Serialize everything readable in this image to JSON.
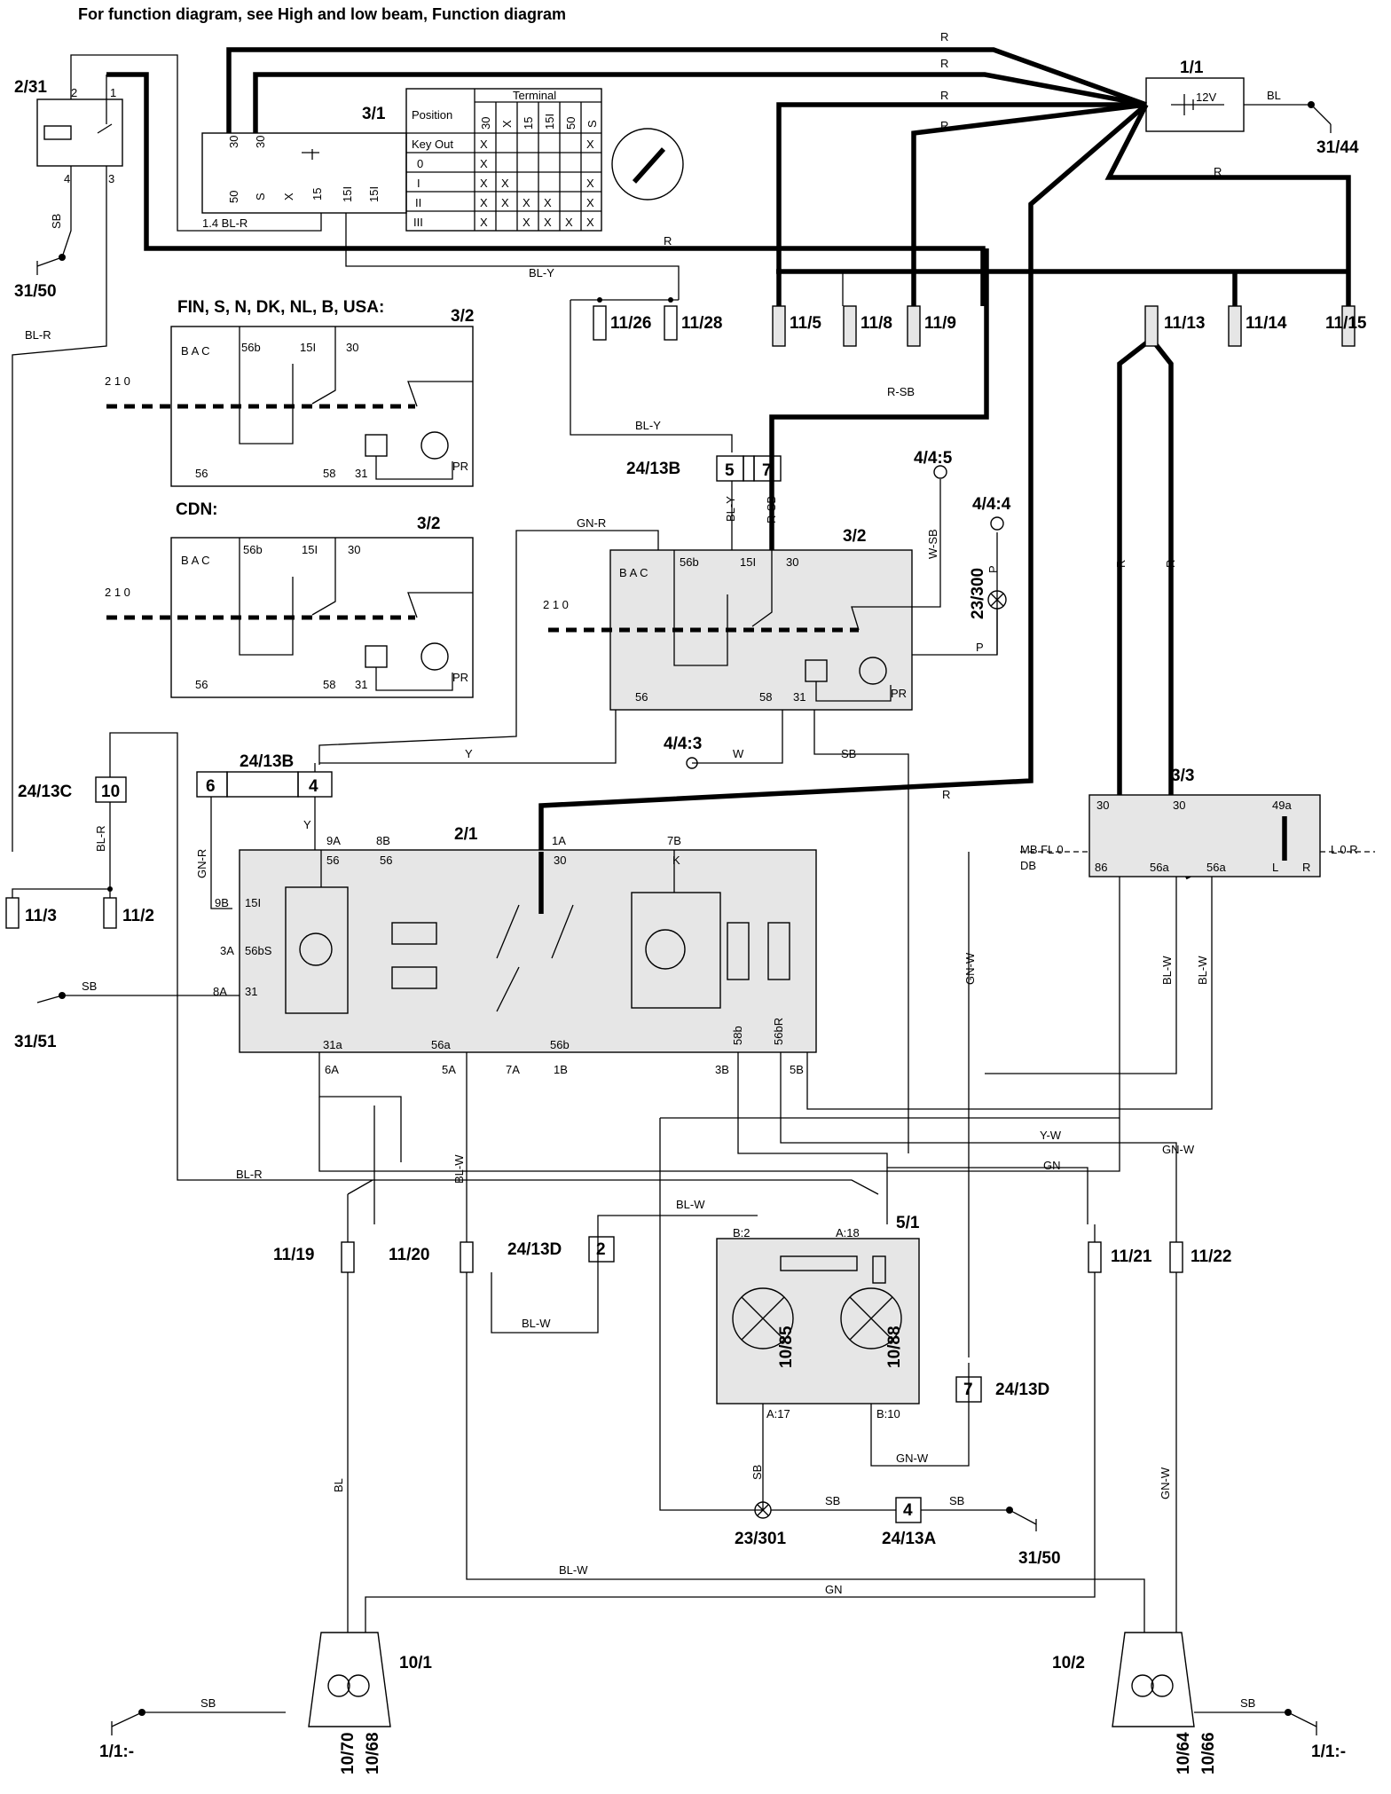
{
  "header": "For function diagram, see High and low beam, Function diagram",
  "components": {
    "c2_31": "2/31",
    "c3_1": "3/1",
    "c1_1": "1/1",
    "c31_44": "31/44",
    "c31_50a": "31/50",
    "c3_2a": "3/2",
    "c3_2b": "3/2",
    "c3_2c": "3/2",
    "c3_3": "3/3",
    "c2_1": "2/1",
    "c5_1": "5/1",
    "c24_13B_top": "24/13B",
    "c24_13B_mid": "24/13B",
    "c24_13C": "24/13C",
    "c24_13D_a": "24/13D",
    "c24_13D_b": "24/13D",
    "c24_13A": "24/13A",
    "c23_300": "23/300",
    "c23_301": "23/301",
    "c4_4_5": "4/4:5",
    "c4_4_4": "4/4:4",
    "c4_4_3": "4/4:3",
    "c31_51": "31/51",
    "c31_50b": "31/50",
    "c10_1": "10/1",
    "c10_2": "10/2",
    "c1_1a": "1/1:-",
    "c1_1b": "1/1:-",
    "c10_70": "10/70",
    "c10_68": "10/68",
    "c10_64": "10/64",
    "c10_66": "10/66",
    "c10_85": "10/85",
    "c10_88": "10/88"
  },
  "fuses": {
    "f11_26": "11/26",
    "f11_28": "11/28",
    "f11_5": "11/5",
    "f11_8": "11/8",
    "f11_9": "11/9",
    "f11_13": "11/13",
    "f11_14": "11/14",
    "f11_15": "11/15",
    "f11_3": "11/3",
    "f11_2": "11/2",
    "f11_19": "11/19",
    "f11_20": "11/20",
    "f11_21": "11/21",
    "f11_22": "11/22"
  },
  "notes": {
    "variant_a": "FIN, S, N, DK, NL, B, USA:",
    "variant_b": "CDN:"
  },
  "battery": "12V",
  "ignition_table": {
    "title": "Terminal",
    "position_header": "Position",
    "columns": [
      "30",
      "X",
      "15",
      "15I",
      "50",
      "S"
    ],
    "rows": [
      {
        "label": "Key Out",
        "marks": [
          "X",
          "",
          "",
          "",
          "",
          "X"
        ]
      },
      {
        "label": "0",
        "marks": [
          "X",
          "",
          "",
          "",
          "",
          ""
        ]
      },
      {
        "label": "I",
        "marks": [
          "X",
          "X",
          "",
          "",
          "",
          "X"
        ]
      },
      {
        "label": "II",
        "marks": [
          "X",
          "X",
          "X",
          "X",
          "",
          "X"
        ]
      },
      {
        "label": "III",
        "marks": [
          "X",
          "",
          "X",
          "X",
          "X",
          "X"
        ]
      }
    ]
  },
  "connectors": {
    "b5": "5",
    "b7": "7",
    "c10": "10",
    "b6": "6",
    "b4": "4",
    "d2": "2",
    "d7": "7",
    "a4": "4"
  },
  "wires": {
    "R": "R",
    "BL": "BL",
    "BL_R": "BL-R",
    "BL_Y": "BL-Y",
    "SB": "SB",
    "R_SB": "R-SB",
    "W_SB": "W-SB",
    "P": "P",
    "GN_R": "GN-R",
    "Y": "Y",
    "W": "W",
    "GN_W": "GN-W",
    "BL_W": "BL-W",
    "Y_W": "Y-W",
    "GN": "GN",
    "BL_R_14": "1.4 BL-R"
  },
  "pins": {
    "p30": "30",
    "p50": "50",
    "pS": "S",
    "pX": "X",
    "p15": "15",
    "p15I": "15I",
    "p56": "56",
    "p56b": "56b",
    "p58": "58",
    "p31": "31",
    "pPR": "PR",
    "p9A": "9A",
    "p8B": "8B",
    "p1A": "1A",
    "p7B": "7B",
    "pK": "K",
    "p9B": "9B",
    "p3A": "3A",
    "p56bS": "56bS",
    "p8A": "8A",
    "p31a": "31a",
    "p56a": "56a",
    "p7A": "7A",
    "p1B": "1B",
    "p3B": "3B",
    "p5B": "5B",
    "p6A": "6A",
    "p5A": "5A",
    "p58b": "58b",
    "p56bR": "56bR",
    "p49a": "49a",
    "p86": "86",
    "pL": "L",
    "pR": "R",
    "sw3_3_left": "MB FL 0",
    "sw3_3_left2": "DB",
    "sw3_3_right": "L 0 R",
    "B2": "B:2",
    "A18": "A:18",
    "A17": "A:17",
    "B10": "B:10",
    "bac": "B A C",
    "p210": "2  1  0"
  }
}
